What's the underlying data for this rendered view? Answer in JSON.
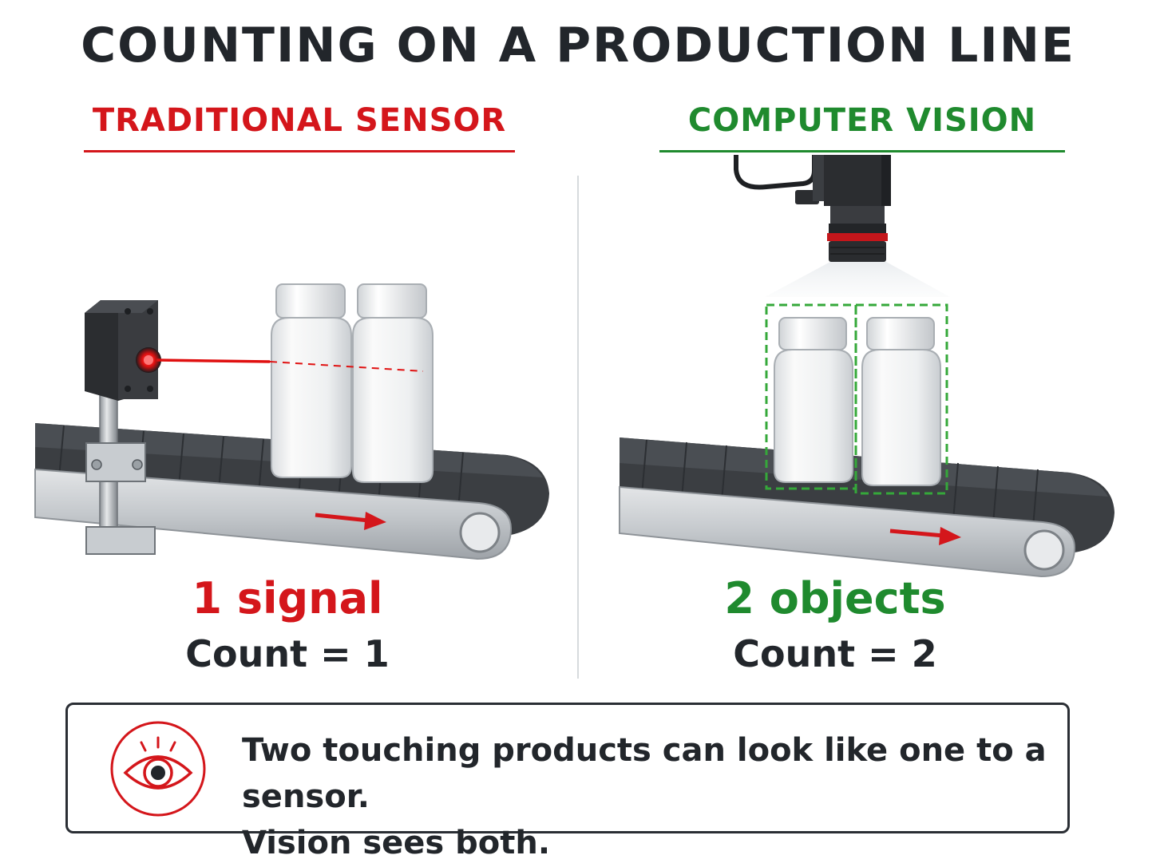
{
  "title": "COUNTING ON A PRODUCTION LINE",
  "panels": {
    "left": {
      "heading": "TRADITIONAL SENSOR",
      "result": "1 signal",
      "count": "Count = 1"
    },
    "right": {
      "heading": "COMPUTER VISION",
      "result": "2 objects",
      "count": "Count = 2"
    }
  },
  "callout": {
    "icon": "eye-icon",
    "line1": "Two touching products can look like one to a sensor.",
    "line2": "Vision sees both."
  },
  "colors": {
    "sensor_red": "#d4161b",
    "vision_green": "#1f8a2e",
    "text_dark": "#22262b"
  }
}
